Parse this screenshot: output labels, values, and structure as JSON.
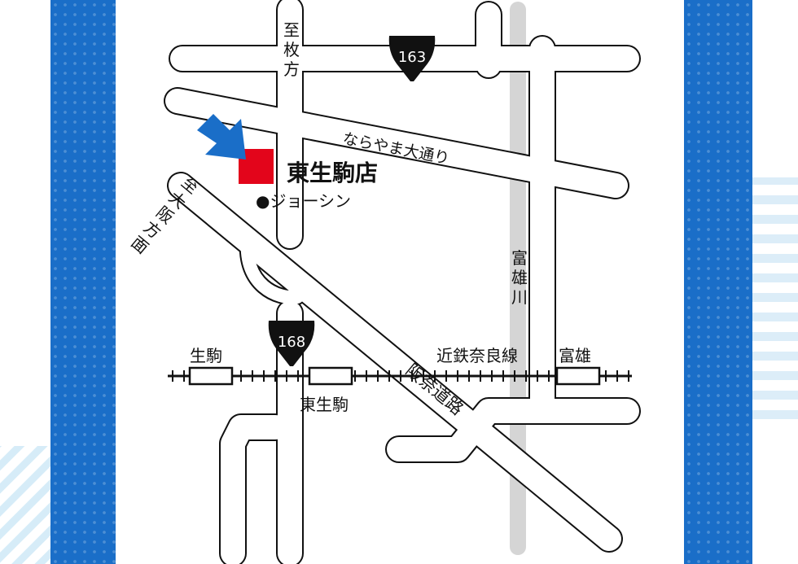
{
  "store": {
    "name": "東生駒店",
    "nearby_label": "●ジョーシン",
    "marker_color": "#e3051b",
    "arrow_color": "#1a6ec8"
  },
  "roads": {
    "route_163": "163",
    "route_168": "168",
    "to_hirakata": "至枚方",
    "to_osaka": "至大阪方面",
    "narayama": "ならやま大通り",
    "hanna": "阪奈道路"
  },
  "river": {
    "name": "富雄川",
    "color": "#d5d5d5"
  },
  "railway": {
    "line_name": "近鉄奈良線",
    "stations": [
      "生駒",
      "東生駒",
      "富雄"
    ]
  },
  "colors": {
    "band": "#1a6ec8",
    "stripe": "#d6ecf8"
  }
}
